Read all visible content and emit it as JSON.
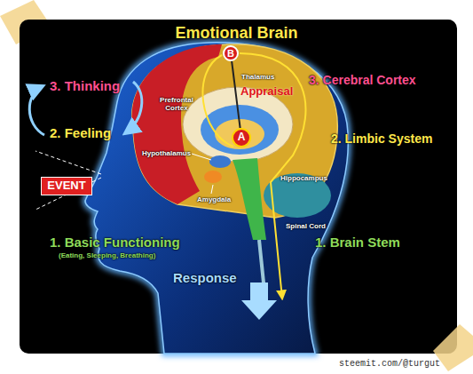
{
  "diagram": {
    "title": "Emotional Brain",
    "nodes": [
      {
        "text": [
          "B"
        ]
      },
      {
        "text": [
          "A"
        ]
      },
      {
        "text": [
          "EVENT"
        ]
      }
    ],
    "edges": [
      {
        "from": 1,
        "to": 0,
        "arrow": "none"
      }
    ],
    "labels": [
      "3. Thinking",
      "3. Cerebral Cortex",
      "Thalamus",
      "Prefrontal Cortex",
      "Appraisal",
      "2. Feeling",
      "2. Limbic System",
      "Hypothalamus",
      "Hippocampus",
      "Amygdala",
      "Spinal Cord",
      "1. Basic Functioning",
      "1. Brain Stem",
      "(Eating, Sleeping, Breathing)",
      "Response",
      "steemit.com/@turgut"
    ]
  }
}
